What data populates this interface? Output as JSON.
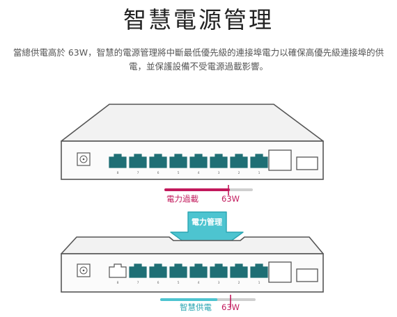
{
  "page": {
    "title": "智慧電源管理",
    "description": "當總供電高於 63W，智慧的電源管理將中斷最低優先級的連接埠電力以確保高優先級連接埠的供電，並保護設備不受電源過載影響。"
  },
  "top_switch": {
    "port_numbers": [
      "8",
      "7",
      "6",
      "5",
      "4",
      "3",
      "2",
      "1"
    ],
    "meter": {
      "label": "電力過載",
      "value_label": "63W",
      "fill_fraction": 0.74,
      "color": "#c2185b"
    }
  },
  "arrow": {
    "label": "電力管理",
    "color": "#4dc4d0"
  },
  "bottom_switch": {
    "port_numbers": [
      "8",
      "7",
      "6",
      "5",
      "4",
      "3",
      "2",
      "1"
    ],
    "disconnected_port": "8",
    "meter": {
      "label": "智慧供電",
      "value_label": "63W",
      "fill_fraction": 0.6,
      "color": "#4dc4d0"
    }
  },
  "colors": {
    "port": "#1f6f75",
    "outline": "#555555",
    "meter_track": "#cfcfcf",
    "marker": "#c2185b"
  }
}
